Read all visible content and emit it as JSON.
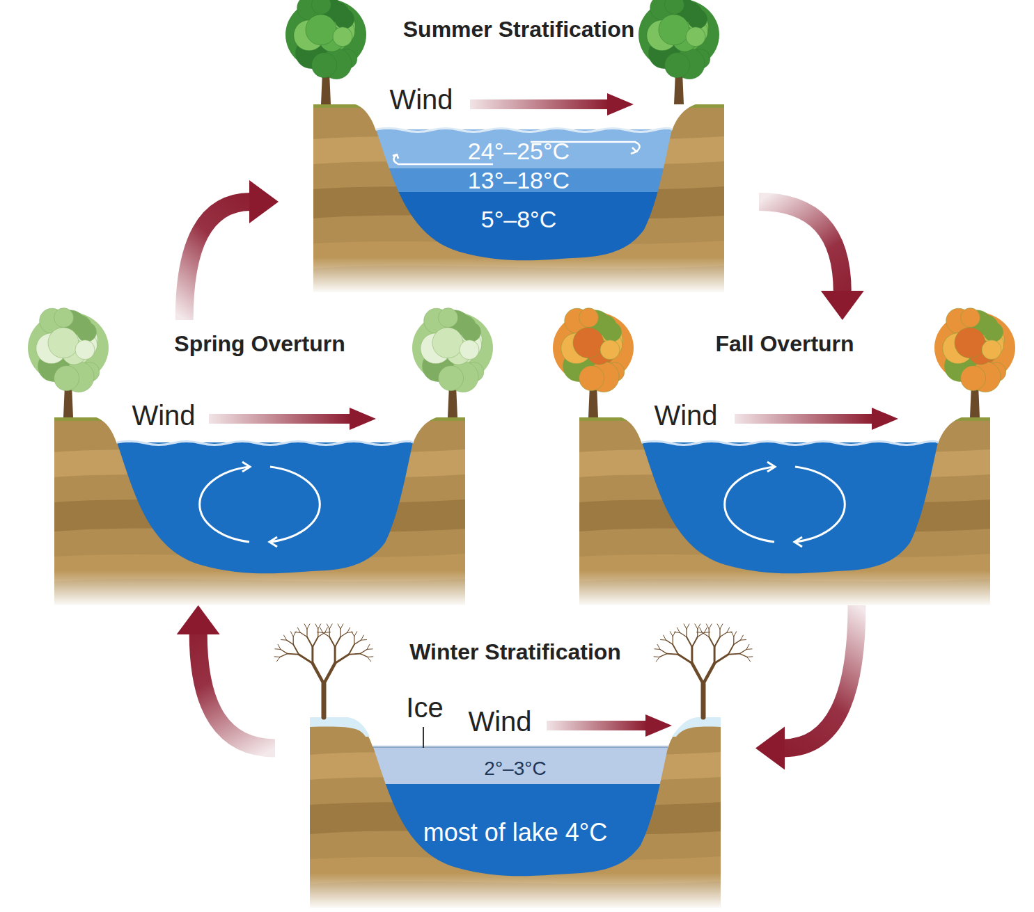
{
  "diagram": {
    "nodes": [
      {
        "text": [
          "Summer Stratification"
        ]
      },
      {
        "text": [
          "24°–25°C"
        ],
        "in": 0
      },
      {
        "text": [
          "13°–18°C"
        ],
        "in": 0
      },
      {
        "text": [
          "5°–8°C"
        ],
        "in": 0
      },
      {
        "text": [
          "Spring Overturn"
        ]
      },
      {
        "text": [
          "Fall Overturn"
        ]
      },
      {
        "text": [
          "Winter Stratification"
        ]
      },
      {
        "text": [
          "2°–3°C"
        ],
        "in": 6
      },
      {
        "text": [
          "most of lake 4°C"
        ],
        "in": 6
      }
    ],
    "edges": [
      {
        "from": 4,
        "to": 0,
        "arrow": "to"
      },
      {
        "from": 0,
        "to": 5,
        "arrow": "to"
      },
      {
        "from": 5,
        "to": 6,
        "arrow": "to"
      },
      {
        "from": 6,
        "to": 4,
        "arrow": "to"
      }
    ],
    "labels": [
      "Wind",
      "Wind",
      "Wind",
      "Wind",
      "Ice"
    ]
  }
}
